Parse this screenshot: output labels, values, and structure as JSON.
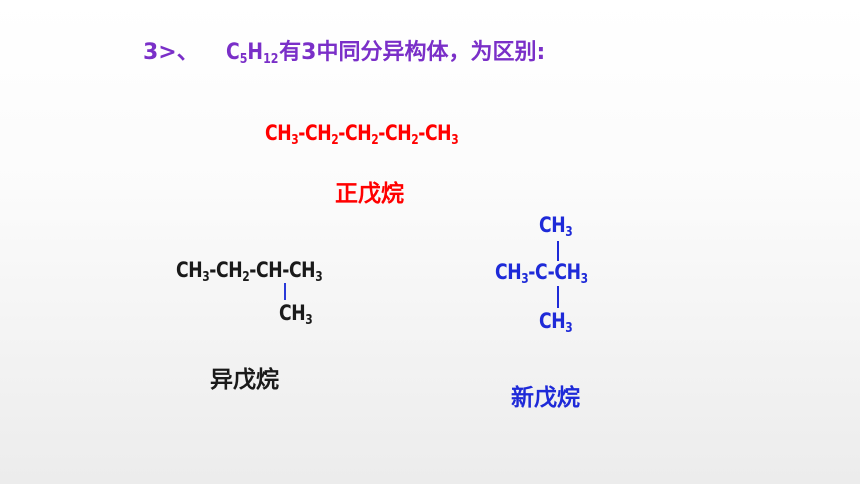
{
  "heading": {
    "prefix": "3>、",
    "formula_c": "C",
    "formula_c_sub": "5",
    "formula_h": "H",
    "formula_h_sub": "12",
    "text": "有3中同分异构体，为区别:"
  },
  "n_pentane": {
    "groups": [
      {
        "label": "CH",
        "sub": "3"
      },
      {
        "label": "CH",
        "sub": "2"
      },
      {
        "label": "CH",
        "sub": "2"
      },
      {
        "label": "CH",
        "sub": "2"
      },
      {
        "label": "CH",
        "sub": "3"
      }
    ],
    "bond": "-",
    "name": "正戊烷",
    "color": "#ff0000"
  },
  "isopentane": {
    "main": [
      {
        "label": "CH",
        "sub": "3"
      },
      {
        "label": "CH",
        "sub": "2"
      },
      {
        "label": "CH",
        "sub": ""
      },
      {
        "label": "CH",
        "sub": "3"
      }
    ],
    "branch": {
      "label": "CH",
      "sub": "3"
    },
    "bond": "-",
    "name": "异戊烷",
    "color": "#1a1a1a"
  },
  "neopentane": {
    "top": {
      "label": "CH",
      "sub": "3"
    },
    "left": {
      "label": "CH",
      "sub": "3"
    },
    "center": "C",
    "right": {
      "label": "CH",
      "sub": "3"
    },
    "bottom": {
      "label": "CH",
      "sub": "3"
    },
    "bond": "-",
    "name": "新戊烷",
    "color": "#1e2ad8"
  }
}
